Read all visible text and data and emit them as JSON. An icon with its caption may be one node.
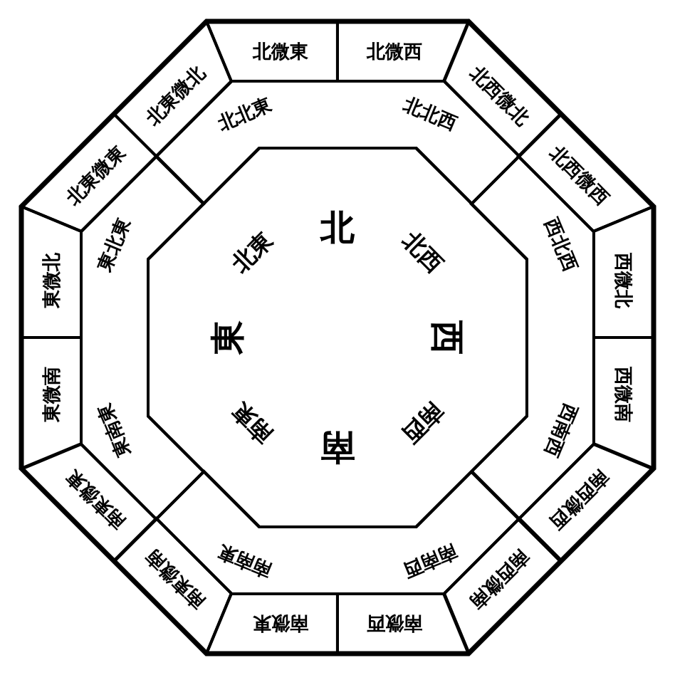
{
  "diagram": {
    "nodes": [
      {
        "text": [
          "北微東"
        ]
      },
      {
        "text": [
          "北微西"
        ]
      },
      {
        "text": [
          "北西微北"
        ]
      },
      {
        "text": [
          "北西微西"
        ]
      },
      {
        "text": [
          "西微北"
        ]
      },
      {
        "text": [
          "西微南"
        ]
      },
      {
        "text": [
          "南西微西"
        ]
      },
      {
        "text": [
          "南西微南"
        ]
      },
      {
        "text": [
          "南微西"
        ]
      },
      {
        "text": [
          "南微東"
        ]
      },
      {
        "text": [
          "南東微南"
        ]
      },
      {
        "text": [
          "南東微東"
        ]
      },
      {
        "text": [
          "東微南"
        ]
      },
      {
        "text": [
          "東微北"
        ]
      },
      {
        "text": [
          "北東微東"
        ]
      },
      {
        "text": [
          "北東微北"
        ]
      },
      {
        "text": [
          "北北東",
          "北北西"
        ]
      },
      {
        "text": [
          "西北西",
          "西南西"
        ]
      },
      {
        "text": [
          "南南西",
          "南南東"
        ]
      },
      {
        "text": [
          "東南東",
          "東北東"
        ]
      },
      {
        "text": [
          "北",
          "北西",
          "西",
          "南西",
          "南",
          "南東",
          "東",
          "北東"
        ]
      }
    ]
  }
}
